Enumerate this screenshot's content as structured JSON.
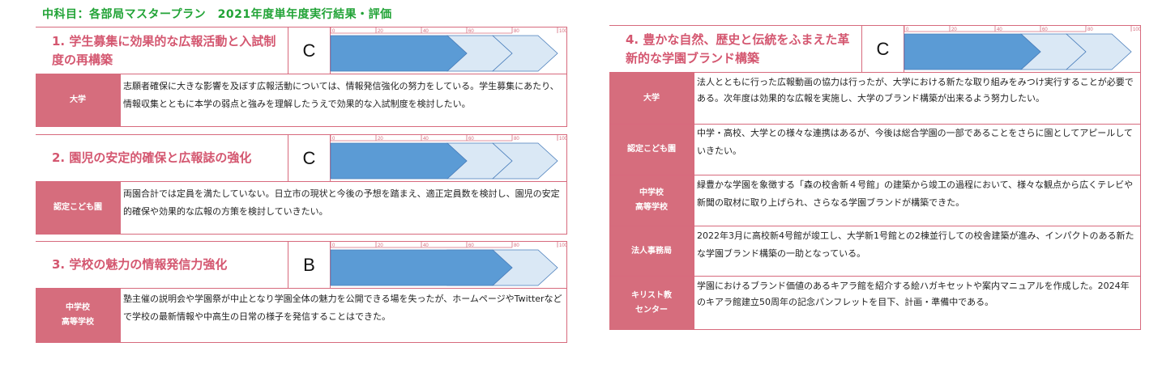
{
  "heading": "中科目：各部局マスタープラン　2021年度単年度実行結果・評価",
  "scale_labels": [
    "0",
    "20",
    "40",
    "60",
    "80",
    "100"
  ],
  "colors": {
    "accent": "#d66d7d",
    "bar_fill": "#5b9bd5",
    "bar_light": "#dae8f5",
    "heading": "#21a336"
  },
  "items": [
    {
      "title": "1.  学生募集に効果的な広報活動と入試制度の再構築",
      "grade": "C",
      "progress_percent": 60,
      "rows": [
        {
          "label": "大学",
          "text": "志願者確保に大きな影響を及ぼす広報活動については、情報発信強化の努力をしている。学生募集にあたり、情報収集とともに本学の弱点と強みを理解したうえで効果的な入試制度を検討したい。"
        }
      ]
    },
    {
      "title": "2.  園児の安定的確保と広報誌の強化",
      "grade": "C",
      "progress_percent": 60,
      "rows": [
        {
          "label": "認定こども園",
          "text": "両園合計では定員を満たしていない。日立市の現状と今後の予想を踏まえ、適正定員数を検討し、園児の安定的確保や効果的な広報の方策を検討していきたい。"
        }
      ]
    },
    {
      "title": "3.  学校の魅力の情報発信力強化",
      "grade": "B",
      "progress_percent": 80,
      "rows": [
        {
          "label": "中学校\n高等学校",
          "text": "塾主催の説明会や学園祭が中止となり学園全体の魅力を公開できる場を失ったが、ホームページやTwitterなどで学校の最新情報や中高生の日常の様子を発信することはできた。"
        }
      ]
    },
    {
      "title": "4.  豊かな自然、歴史と伝統をふまえた革新的な学園ブランド構築",
      "grade": "C",
      "progress_percent": 60,
      "rows": [
        {
          "label": "大学",
          "text": "法人とともに行った広報動画の協力は行ったが、大学における新たな取り組みをみつけ実行することが必要である。次年度は効果的な広報を実施し、大学のブランド構築が出来るよう努力したい。"
        },
        {
          "label": "認定こども園",
          "text": "中学・高校、大学との様々な連携はあるが、今後は総合学園の一部であることをさらに園としてアピールしていきたい。"
        },
        {
          "label": "中学校\n高等学校",
          "text": "緑豊かな学園を象徴する「森の校舎新４号館」の建築から竣工の過程において、様々な観点から広くテレビや新聞の取材に取り上げられ、さらなる学園ブランドが構築できた。"
        },
        {
          "label": "法人事務局",
          "text": "2022年3月に高校新4号館が竣工し、大学新1号館との2棟並行しての校舎建築が進み、インパクトのある新たな学園ブランド構築の一助となっている。"
        },
        {
          "label": "キリスト教\nセンター",
          "text": "学園におけるブランド価値のあるキアラ館を紹介する絵ハガキセットや案内マニュアルを作成した。2024年のキアラ館建立50周年の記念パンフレットを目下、計画・準備中である。"
        }
      ]
    }
  ]
}
